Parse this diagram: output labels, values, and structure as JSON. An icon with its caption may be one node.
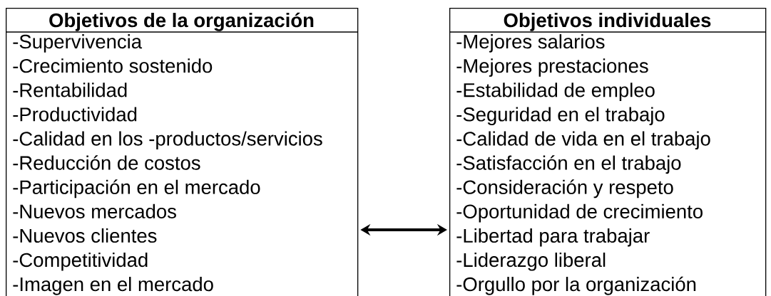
{
  "diagram": {
    "nodes": [
      {
        "text": [
          "Objetivos de la organización",
          "-Supervivencia",
          "-Crecimiento sostenido",
          "-Rentabilidad",
          "-Productividad",
          "-Calidad en los -productos/servicios",
          "-Reducción de costos",
          "-Participación en el mercado",
          "-Nuevos mercados",
          "-Nuevos clientes",
          "-Competitividad",
          "-Imagen en el mercado"
        ]
      },
      {
        "text": [
          "Objetivos individuales",
          "-Mejores salarios",
          "-Mejores prestaciones",
          "-Estabilidad de empleo",
          "-Seguridad en el trabajo",
          "-Calidad de vida en el trabajo",
          "-Satisfacción en el trabajo",
          "-Consideración y respeto",
          "-Oportunidad de crecimiento",
          "-Libertad para trabajar",
          "-Liderazgo liberal",
          "-Orgullo por la organización"
        ]
      }
    ],
    "edges": [
      {
        "from": 0,
        "to": 1,
        "arrow": "both"
      }
    ]
  }
}
